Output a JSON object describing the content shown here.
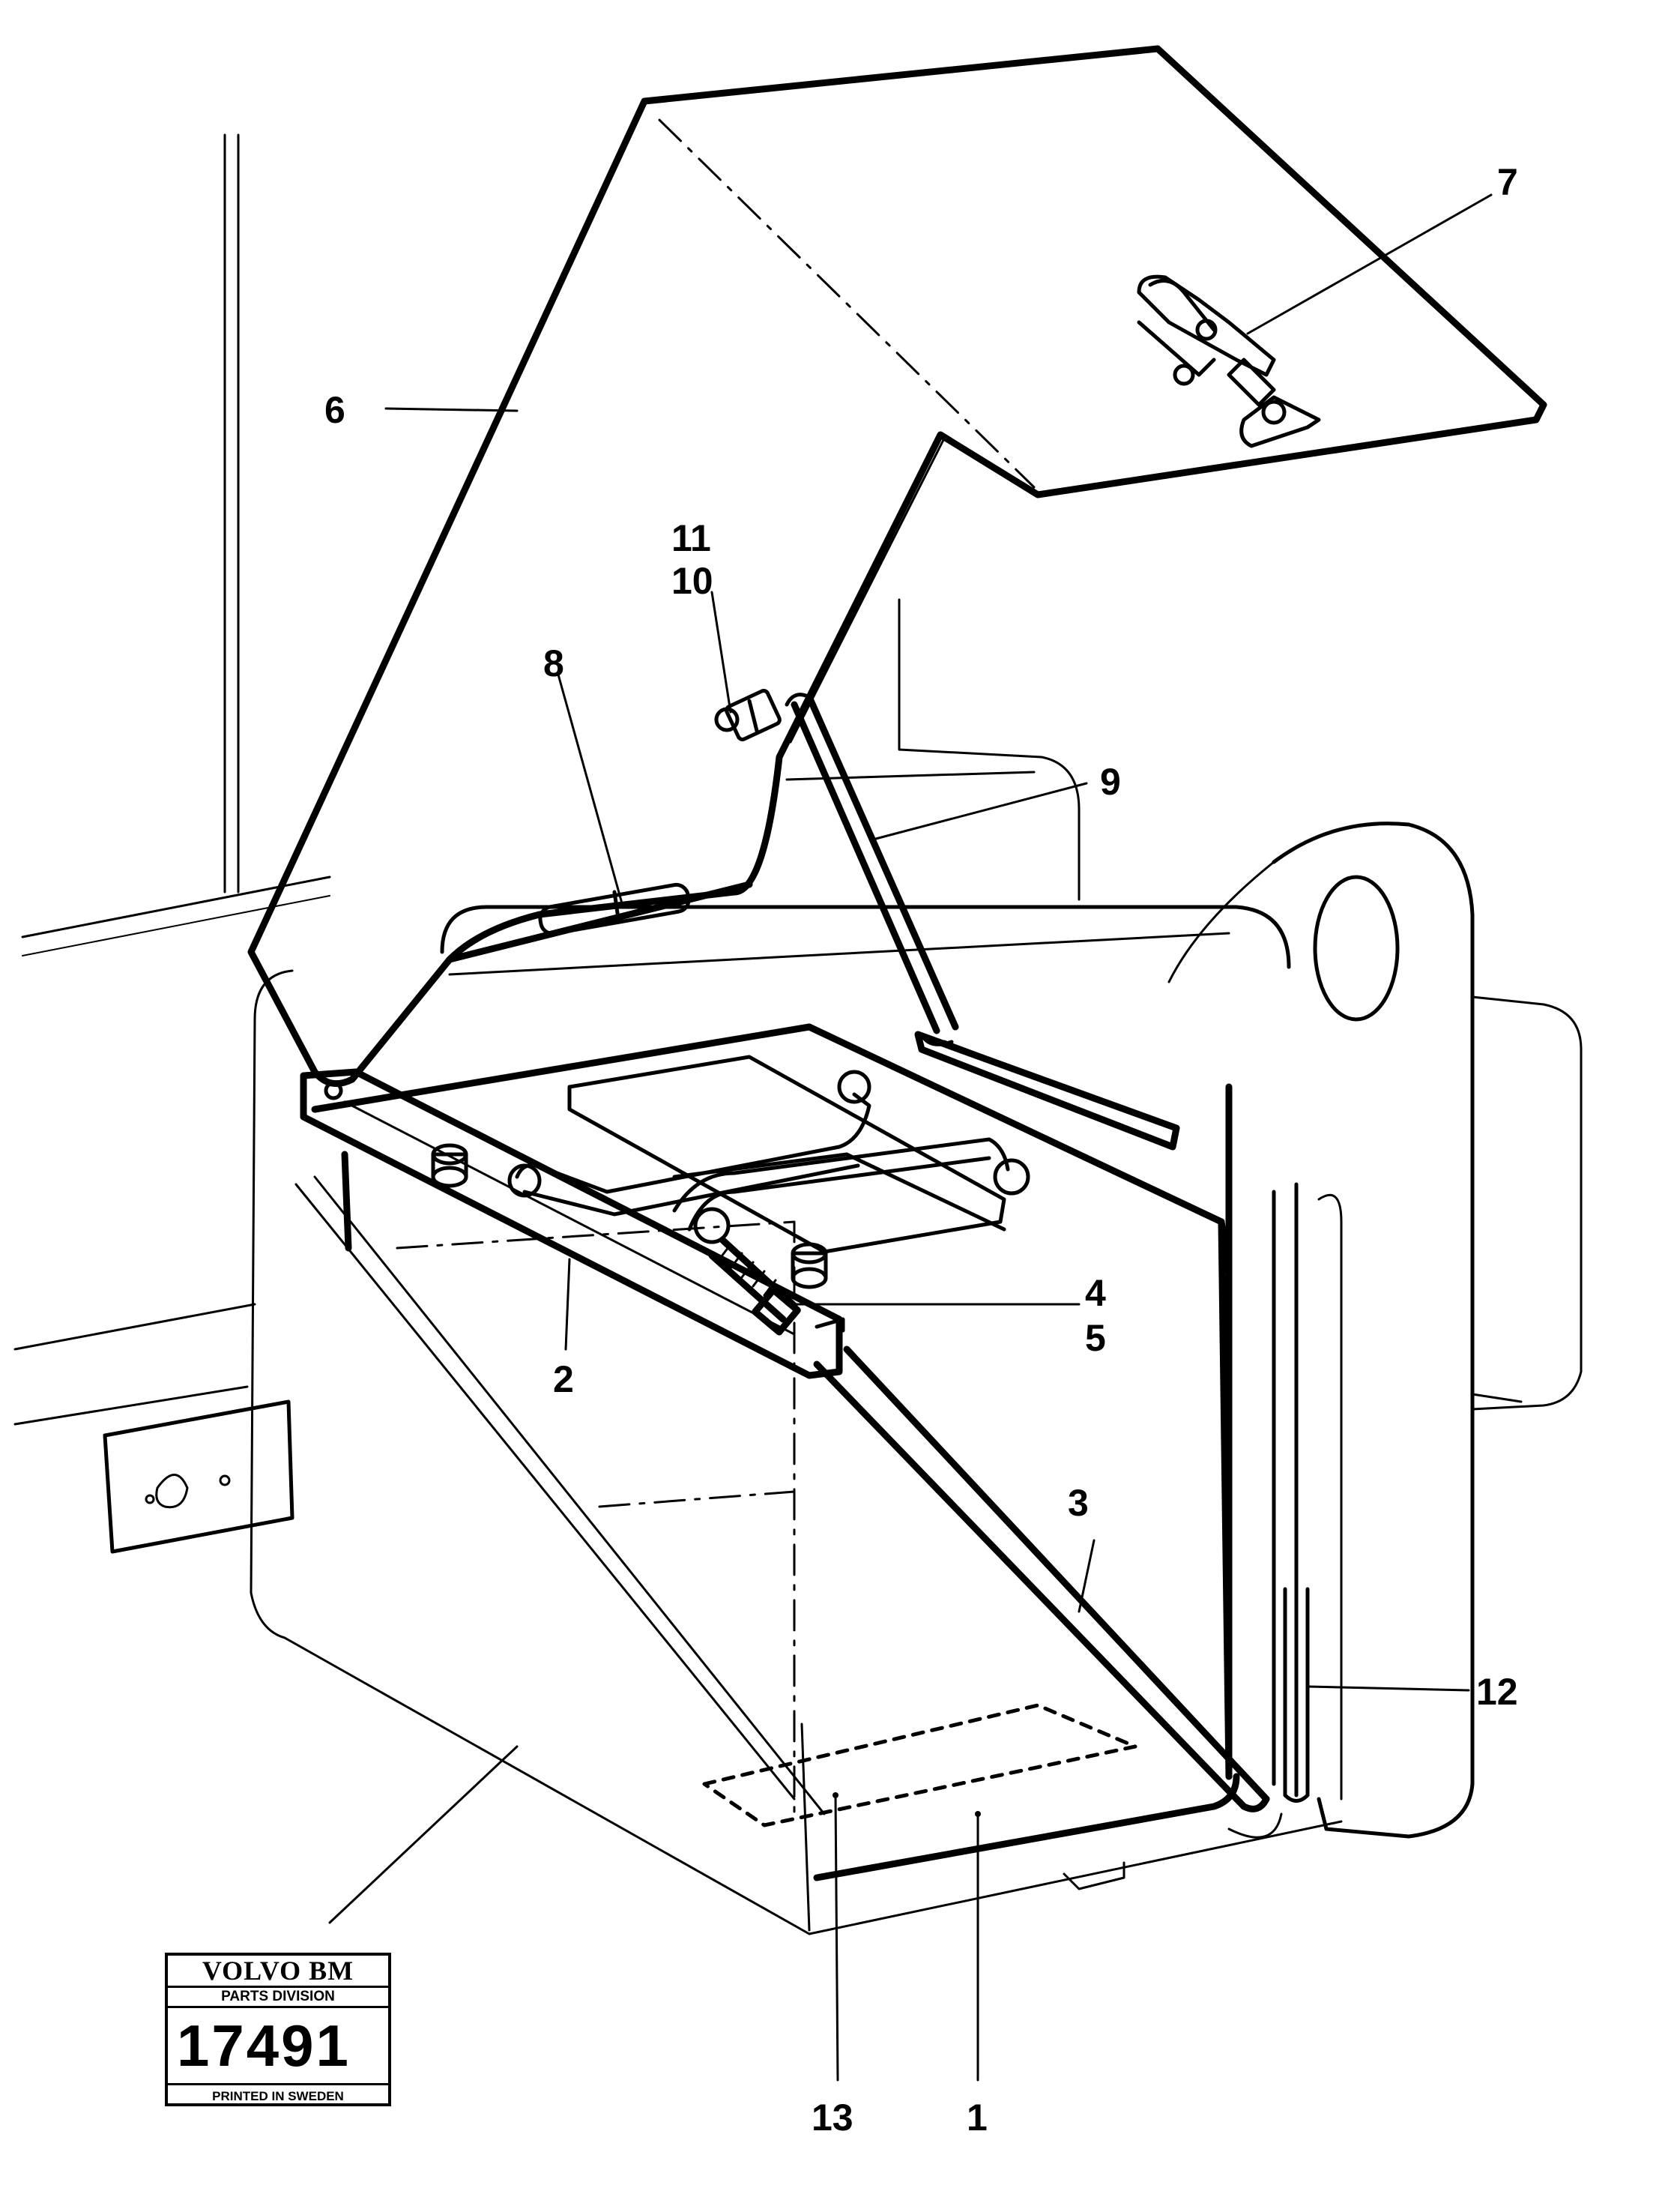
{
  "callouts": [
    {
      "id": "1",
      "label": "1"
    },
    {
      "id": "2",
      "label": "2"
    },
    {
      "id": "3",
      "label": "3"
    },
    {
      "id": "4",
      "label": "4"
    },
    {
      "id": "5",
      "label": "5"
    },
    {
      "id": "6",
      "label": "6"
    },
    {
      "id": "7",
      "label": "7"
    },
    {
      "id": "8",
      "label": "8"
    },
    {
      "id": "9",
      "label": "9"
    },
    {
      "id": "10",
      "label": "10"
    },
    {
      "id": "11",
      "label": "11"
    },
    {
      "id": "12",
      "label": "12"
    },
    {
      "id": "13",
      "label": "13"
    }
  ],
  "stamp": {
    "brand": "VOLVO BM",
    "division": "PARTS DIVISION",
    "number": "17491",
    "printed": "PRINTED IN SWEDEN"
  }
}
